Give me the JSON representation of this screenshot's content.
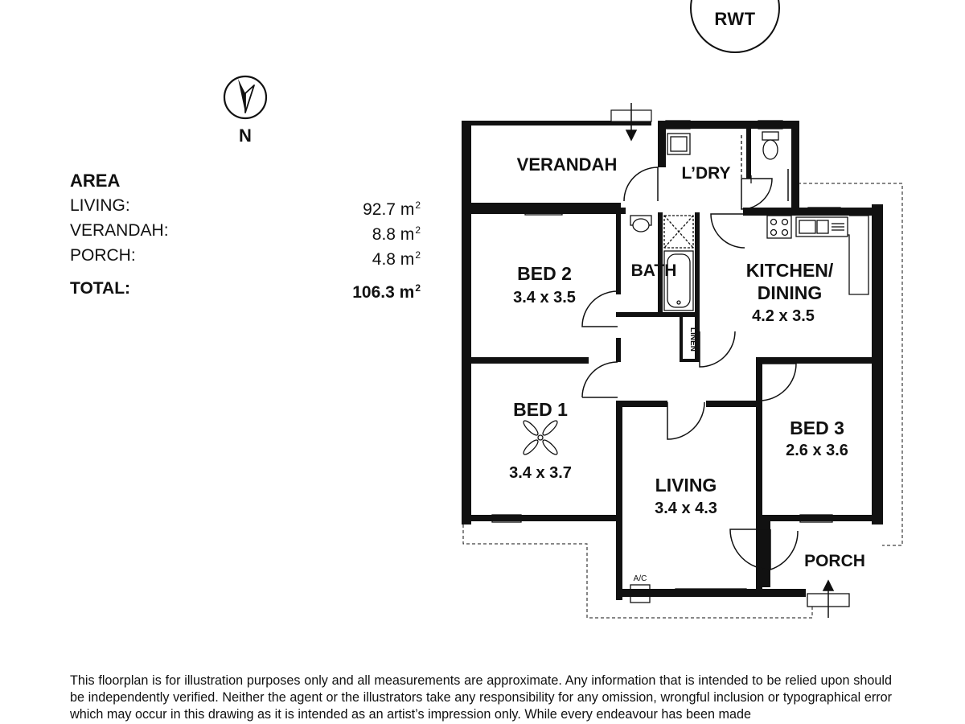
{
  "badge": {
    "text": "RWT"
  },
  "compass": {
    "label": "N"
  },
  "area": {
    "title": "AREA",
    "rows": [
      {
        "label": "LIVING:",
        "value": "92.7 m",
        "unit_sup": "2"
      },
      {
        "label": "VERANDAH:",
        "value": "8.8 m",
        "unit_sup": "2"
      },
      {
        "label": "PORCH:",
        "value": "4.8 m",
        "unit_sup": "2"
      }
    ],
    "total": {
      "label": "TOTAL:",
      "value": "106.3 m",
      "unit_sup": "2"
    }
  },
  "rooms": {
    "verandah": {
      "name": "VERANDAH"
    },
    "laundry": {
      "name": "L’DRY"
    },
    "bed2": {
      "name": "BED 2",
      "dims": "3.4 x 3.5"
    },
    "bath": {
      "name": "BATH"
    },
    "kitchen": {
      "name_line1": "KITCHEN/",
      "name_line2": "DINING",
      "dims": "4.2 x 3.5"
    },
    "linen": {
      "name": "LINEN"
    },
    "bed1": {
      "name": "BED 1",
      "dims": "3.4 x 3.7"
    },
    "bed3": {
      "name": "BED 3",
      "dims": "2.6 x 3.6"
    },
    "living": {
      "name": "LIVING",
      "dims": "3.4 x 4.3"
    },
    "porch": {
      "name": "PORCH"
    },
    "ac": {
      "name": "A/C"
    }
  },
  "disclaimer": "This floorplan is for illustration purposes only and all measurements are approximate. Any information that is intended to be relied upon should be independently verified. Neither the agent or the illustrators take any responsibility for any omission, wrongful inclusion or typographical error which may occur in this drawing as it is intended as an artist’s impression only. While every endeavour has been made"
}
